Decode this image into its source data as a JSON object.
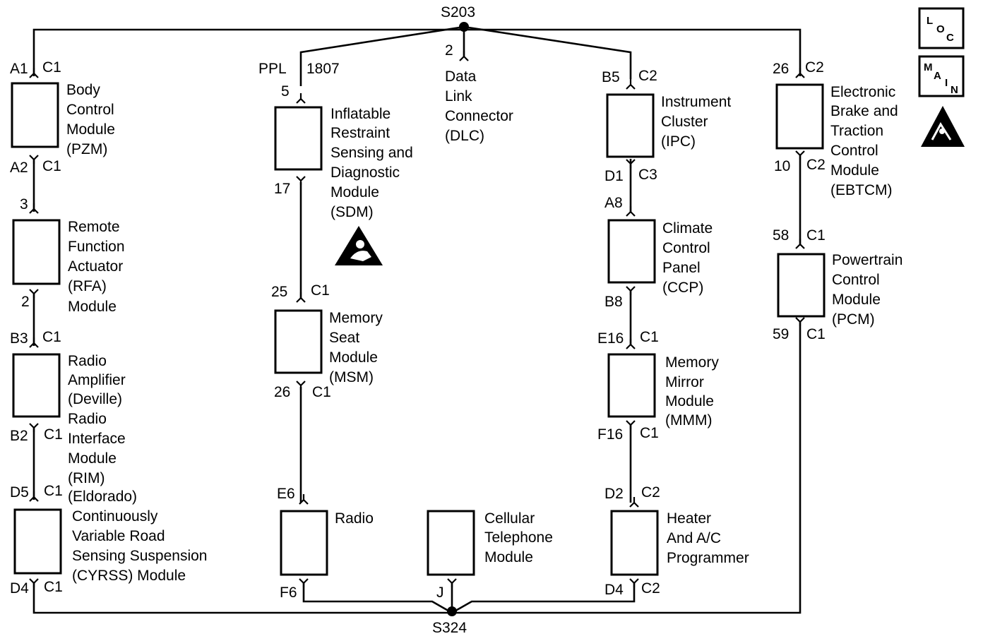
{
  "splices": {
    "top": "S203",
    "bottom": "S324"
  },
  "badges": {
    "loc": [
      "L",
      "O",
      "C"
    ],
    "main": [
      "M",
      "A",
      "I",
      "N"
    ]
  },
  "modules": {
    "bcm": {
      "lines": [
        "Body",
        "Control",
        "Module",
        "(PZM)"
      ],
      "top_pin": "A1",
      "top_conn": "C1",
      "bot_pin": "A2",
      "bot_conn": "C1"
    },
    "rfa": {
      "lines": [
        "Remote",
        "Function",
        "Actuator",
        "(RFA)",
        "Module"
      ],
      "top_pin": "3",
      "bot_pin": "2"
    },
    "amp": {
      "lines": [
        "Radio",
        "Amplifier",
        "(Deville)",
        "Radio",
        "Interface",
        "Module",
        "(RIM)",
        "(Eldorado)"
      ],
      "top_pin": "B3",
      "top_conn": "C1",
      "bot_pin": "B2",
      "bot_conn": "C1"
    },
    "cvrss": {
      "lines": [
        "Continuously",
        "Variable Road",
        "Sensing Suspension",
        "(CYRSS) Module"
      ],
      "top_pin": "D5",
      "top_conn": "C1",
      "bot_pin": "D4",
      "bot_conn": "C1"
    },
    "sdm": {
      "lines": [
        "Inflatable",
        "Restraint",
        "Sensing and",
        "Diagnostic",
        "Module",
        "(SDM)"
      ],
      "wire_color": "PPL",
      "circuit": "1807",
      "top_pin": "5",
      "bot_pin": "17"
    },
    "msm": {
      "lines": [
        "Memory",
        "Seat",
        "Module",
        "(MSM)"
      ],
      "top_pin": "25",
      "top_conn": "C1",
      "bot_pin": "26",
      "bot_conn": "C1"
    },
    "radio": {
      "lines": [
        "Radio"
      ],
      "top_pin": "E6",
      "bot_pin": "F6"
    },
    "dlc": {
      "lines": [
        "Data",
        "Link",
        "Connector",
        "(DLC)"
      ],
      "pin": "2"
    },
    "phone": {
      "lines": [
        "Cellular",
        "Telephone",
        "Module"
      ],
      "bot_pin": "J"
    },
    "ipc": {
      "lines": [
        "Instrument",
        "Cluster",
        "(IPC)"
      ],
      "top_pin": "B5",
      "top_conn": "C2",
      "bot_pin": "D1",
      "bot_conn": "C3"
    },
    "ccp": {
      "lines": [
        "Climate",
        "Control",
        "Panel",
        "(CCP)"
      ],
      "top_pin": "A8",
      "bot_pin": "B8"
    },
    "mmm": {
      "lines": [
        "Memory",
        "Mirror",
        "Module",
        "(MMM)"
      ],
      "top_pin": "E16",
      "top_conn": "C1",
      "bot_pin": "F16",
      "bot_conn": "C1"
    },
    "hvac": {
      "lines": [
        "Heater",
        "And A/C",
        "Programmer"
      ],
      "top_pin": "D2",
      "top_conn": "C2",
      "bot_pin": "D4",
      "bot_conn": "C2"
    },
    "ebtcm": {
      "lines": [
        "Electronic",
        "Brake and",
        "Traction",
        "Control",
        "Module",
        "(EBTCM)"
      ],
      "top_pin": "26",
      "top_conn": "C2",
      "bot_pin": "10",
      "bot_conn": "C2"
    },
    "pcm": {
      "lines": [
        "Powertrain",
        "Control",
        "Module",
        "(PCM)"
      ],
      "top_pin": "58",
      "top_conn": "C1",
      "bot_pin": "59",
      "bot_conn": "C1"
    }
  }
}
